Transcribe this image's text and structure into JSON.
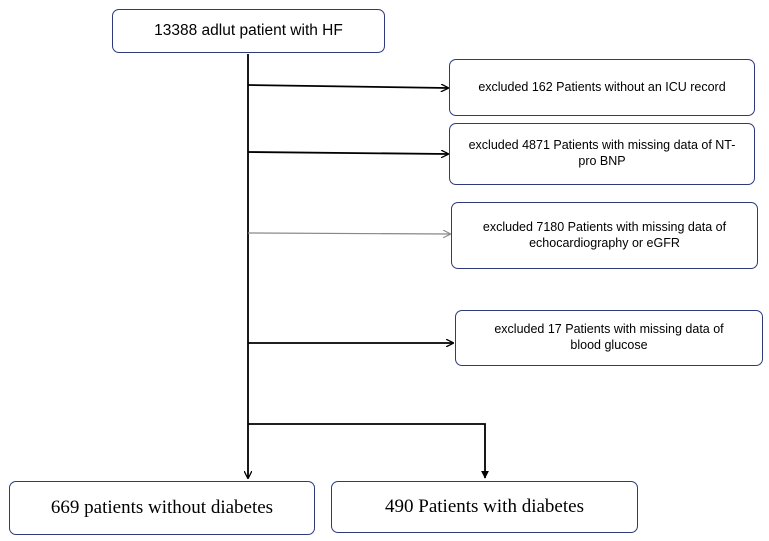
{
  "diagram": {
    "start": "13388 adlut patient with HF",
    "exclusions": [
      "excluded 162 Patients without an ICU record",
      "excluded 4871 Patients with missing data of NT-pro BNP",
      "excluded 7180 Patients with missing data of echocardiography or eGFR",
      "excluded 17 Patients with missing data of blood glucose"
    ],
    "outcomes": [
      "669 patients without diabetes",
      "490 Patients with diabetes"
    ],
    "colors": {
      "box_border": "#2f3a7a",
      "line": "#000000",
      "line_light": "#888888"
    }
  }
}
